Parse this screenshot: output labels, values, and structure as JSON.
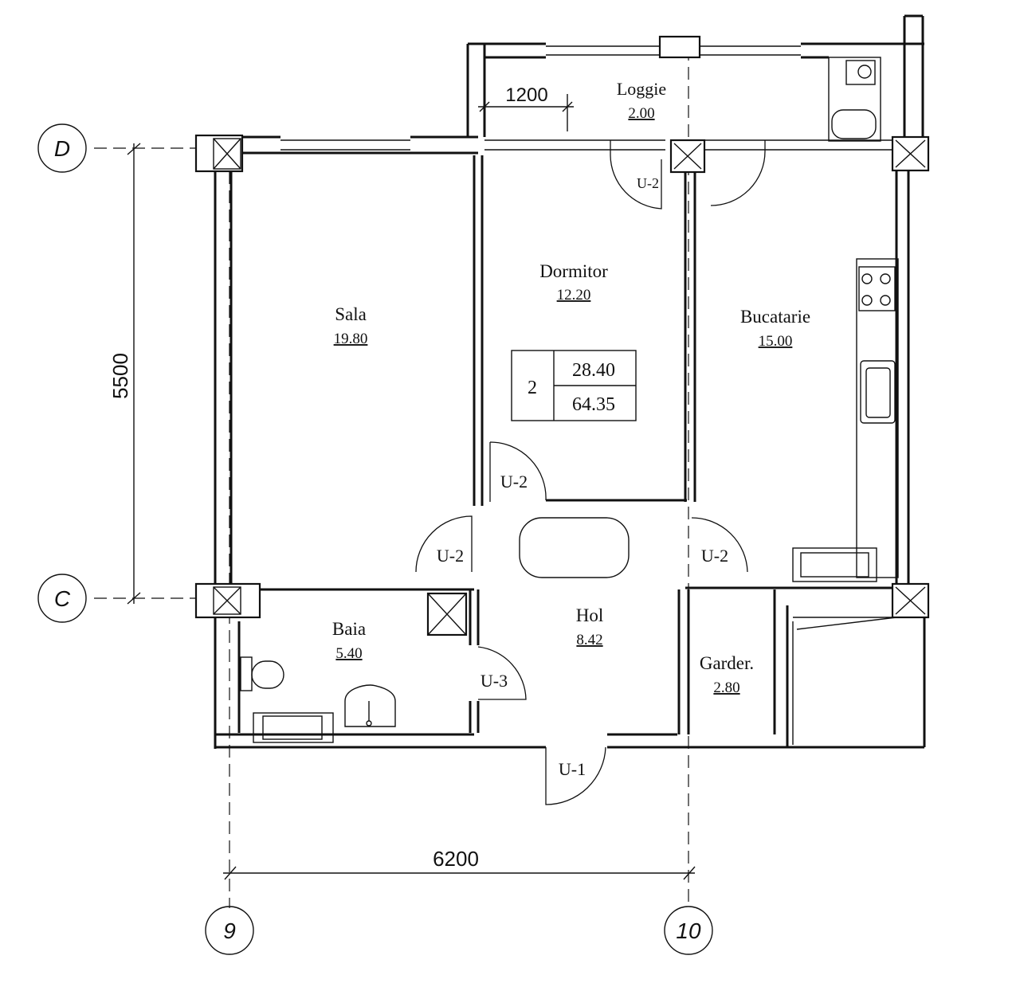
{
  "rooms": [
    {
      "name": "Loggie",
      "area": "2.00"
    },
    {
      "name": "Dormitor",
      "area": "12.20"
    },
    {
      "name": "Sala",
      "area": "19.80"
    },
    {
      "name": "Bucatarie",
      "area": "15.00"
    },
    {
      "name": "Baia",
      "area": "5.40"
    },
    {
      "name": "Hol",
      "area": "8.42"
    },
    {
      "name": "Garder.",
      "area": "2.80"
    }
  ],
  "summary": {
    "rooms_count": "2",
    "living_area": "28.40",
    "total_area": "64.35"
  },
  "doors": {
    "loggia": "U-2",
    "bedroom": "U-2",
    "living": "U-2",
    "kitchen": "U-2",
    "bath": "U-3",
    "entrance": "U-1"
  },
  "dimensions": {
    "loggia_width": "1200",
    "height": "5500",
    "width": "6200"
  },
  "axes": {
    "top": "D",
    "middle": "C",
    "left": "9",
    "right": "10"
  }
}
